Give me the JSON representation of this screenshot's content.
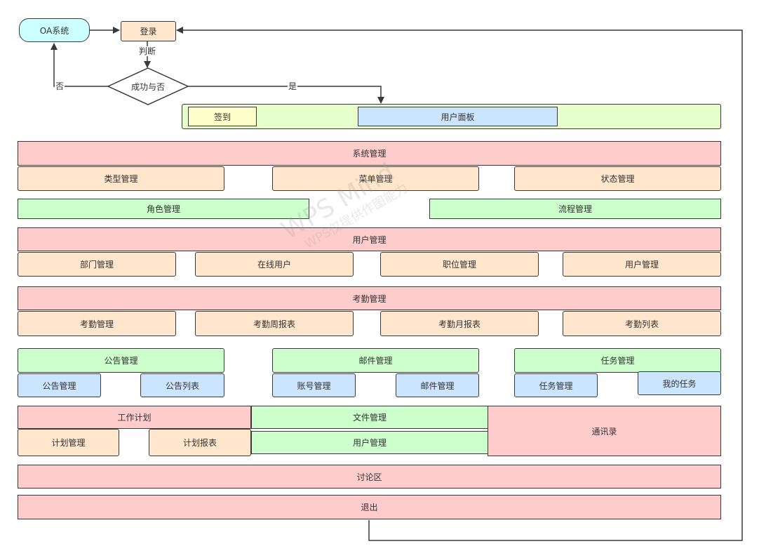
{
  "colors": {
    "cyan": "#ccffff",
    "peach": "#ffe6cc",
    "pink": "#ffcccc",
    "green": "#ccffcc",
    "blue": "#cce5ff",
    "yellow": "#ffffcc",
    "lime": "#e6ffcc",
    "line": "#3a3a3a"
  },
  "flow": {
    "start": "OA系统",
    "login": "登录",
    "judge_label": "判断",
    "decision": "成功与否",
    "no_label": "否",
    "yes_label": "是"
  },
  "panel": {
    "checkin": "签到",
    "user_panel": "用户面板"
  },
  "system": {
    "title": "系统管理",
    "type_mgmt": "类型管理",
    "menu_mgmt": "菜单管理",
    "status_mgmt": "状态管理",
    "role_mgmt": "角色管理",
    "process_mgmt": "流程管理"
  },
  "users": {
    "title": "用户管理",
    "dept_mgmt": "部门管理",
    "online_users": "在线用户",
    "position_mgmt": "职位管理",
    "user_mgmt": "用户管理"
  },
  "attendance": {
    "title": "考勤管理",
    "attendance_mgmt": "考勤管理",
    "weekly_report": "考勤周报表",
    "monthly_report": "考勤月报表",
    "attendance_list": "考勤列表"
  },
  "notice": {
    "title": "公告管理",
    "notice_mgmt": "公告管理",
    "notice_list": "公告列表"
  },
  "mail": {
    "title": "邮件管理",
    "account_mgmt": "账号管理",
    "mail_mgmt": "邮件管理"
  },
  "task": {
    "title": "任务管理",
    "task_mgmt": "任务管理",
    "my_tasks": "我的任务"
  },
  "plan": {
    "title": "工作计划",
    "plan_mgmt": "计划管理",
    "plan_report": "计划报表"
  },
  "files": {
    "title": "文件管理",
    "user_mgmt": "用户管理"
  },
  "contacts": "通讯录",
  "forum": "讨论区",
  "logout": "退出",
  "watermark": {
    "line1": "WPS Mind",
    "line2": "WPS仅提供作图能力"
  }
}
